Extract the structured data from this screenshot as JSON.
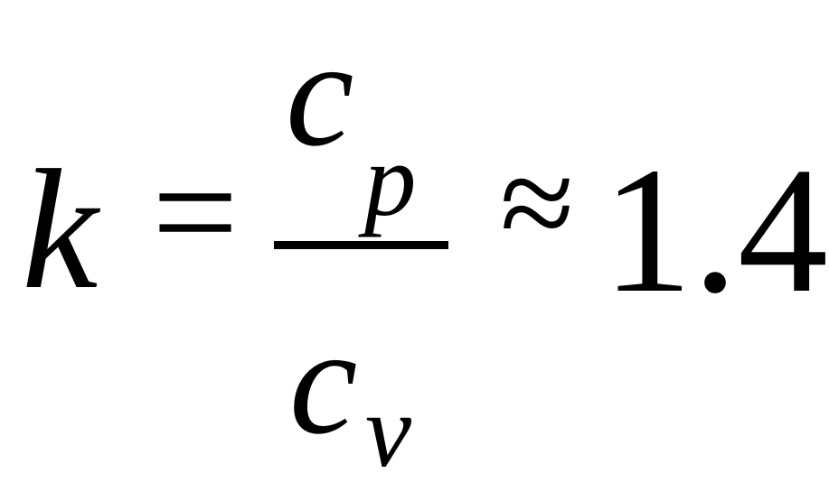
{
  "equation": {
    "lhs": "k",
    "equals": "=",
    "numerator": {
      "base": "c",
      "subscript": "p"
    },
    "denominator": {
      "base": "c",
      "subscript": "v"
    },
    "approx": "≈",
    "value": "1.4"
  }
}
